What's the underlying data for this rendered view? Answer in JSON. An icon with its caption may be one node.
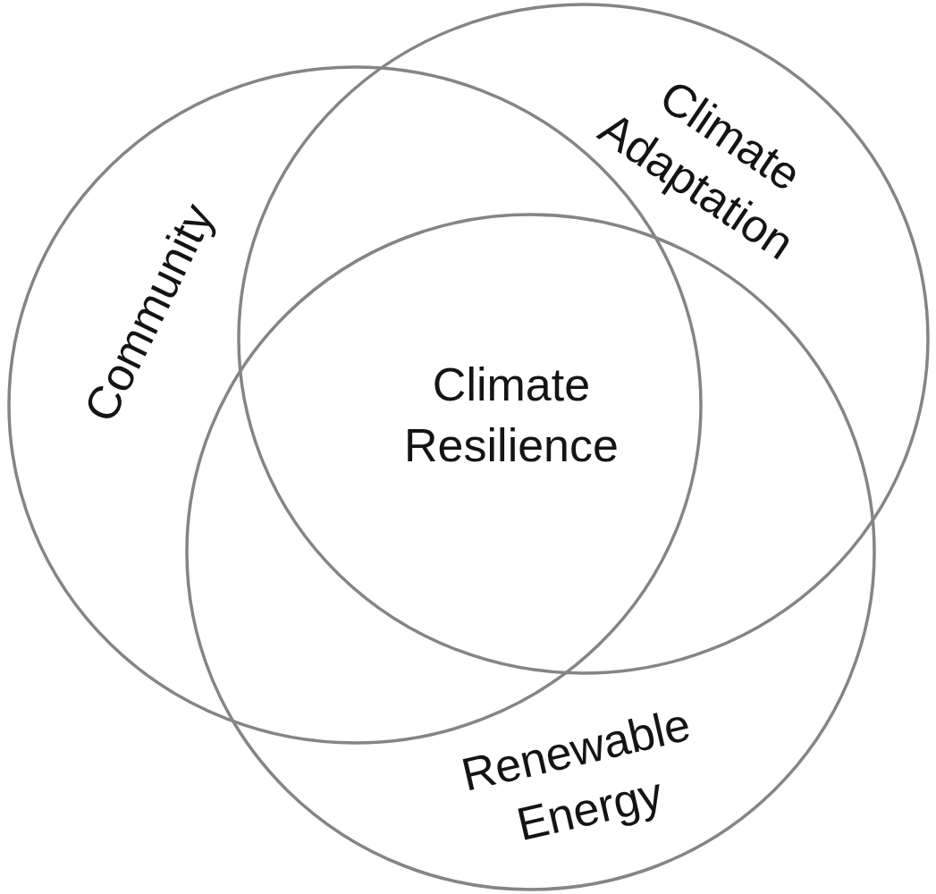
{
  "diagram": {
    "nodes": [
      {
        "text": [
          "Community"
        ]
      },
      {
        "text": [
          "Climate Adaptation"
        ]
      },
      {
        "text": [
          "Renewable Energy"
        ]
      }
    ],
    "labels": [
      "Climate Resilience"
    ]
  }
}
